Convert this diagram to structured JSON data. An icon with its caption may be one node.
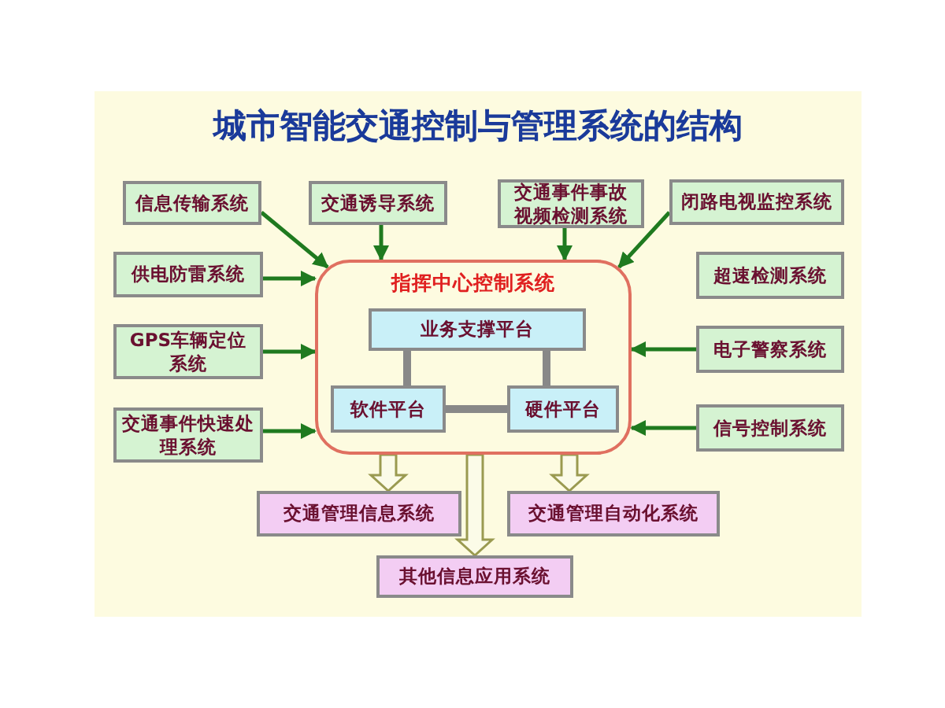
{
  "diagram": {
    "title": "城市智能交通控制与管理系统的结构",
    "nodes": [
      {
        "text": [
          "信息传输系统"
        ]
      },
      {
        "text": [
          "交通诱导系统"
        ]
      },
      {
        "text": [
          "交通事件事故视频检测系统"
        ]
      },
      {
        "text": [
          "闭路电视监控系统"
        ]
      },
      {
        "text": [
          "供电防雷系统"
        ]
      },
      {
        "text": [
          "超速检测系统"
        ]
      },
      {
        "text": [
          "GPS车辆定位系统"
        ]
      },
      {
        "text": [
          "电子警察系统"
        ]
      },
      {
        "text": [
          "交通事件快速处理系统"
        ]
      },
      {
        "text": [
          "信号控制系统"
        ]
      },
      {
        "text": [
          "指挥中心控制系统"
        ]
      },
      {
        "text": [
          "业务支撑平台"
        ],
        "in": 10
      },
      {
        "text": [
          "软件平台"
        ],
        "in": 10
      },
      {
        "text": [
          "硬件平台"
        ],
        "in": 10
      },
      {
        "text": [
          "交通管理信息系统"
        ]
      },
      {
        "text": [
          "交通管理自动化系统"
        ]
      },
      {
        "text": [
          "其他信息应用系统"
        ]
      }
    ],
    "edges": [
      {
        "from": 0,
        "to": 10,
        "arrow": "to"
      },
      {
        "from": 1,
        "to": 10,
        "arrow": "to"
      },
      {
        "from": 2,
        "to": 10,
        "arrow": "to"
      },
      {
        "from": 3,
        "to": 10,
        "arrow": "to"
      },
      {
        "from": 4,
        "to": 10,
        "arrow": "to"
      },
      {
        "from": 6,
        "to": 10,
        "arrow": "to"
      },
      {
        "from": 8,
        "to": 10,
        "arrow": "to"
      },
      {
        "from": 7,
        "to": 10,
        "arrow": "to"
      },
      {
        "from": 9,
        "to": 10,
        "arrow": "to"
      },
      {
        "from": 11,
        "to": 12,
        "arrow": "none",
        "style": "thick",
        "color": "#888888"
      },
      {
        "from": 11,
        "to": 13,
        "arrow": "none",
        "style": "thick",
        "color": "#888888"
      },
      {
        "from": 12,
        "to": 13,
        "arrow": "none",
        "style": "thick",
        "color": "#888888"
      },
      {
        "from": 10,
        "to": 14,
        "arrow": "to",
        "style": "thick",
        "color": "#9a9a50"
      },
      {
        "from": 10,
        "to": 15,
        "arrow": "to",
        "style": "thick",
        "color": "#9a9a50"
      },
      {
        "from": 10,
        "to": 16,
        "arrow": "to",
        "style": "thick",
        "color": "#9a9a50"
      }
    ]
  }
}
